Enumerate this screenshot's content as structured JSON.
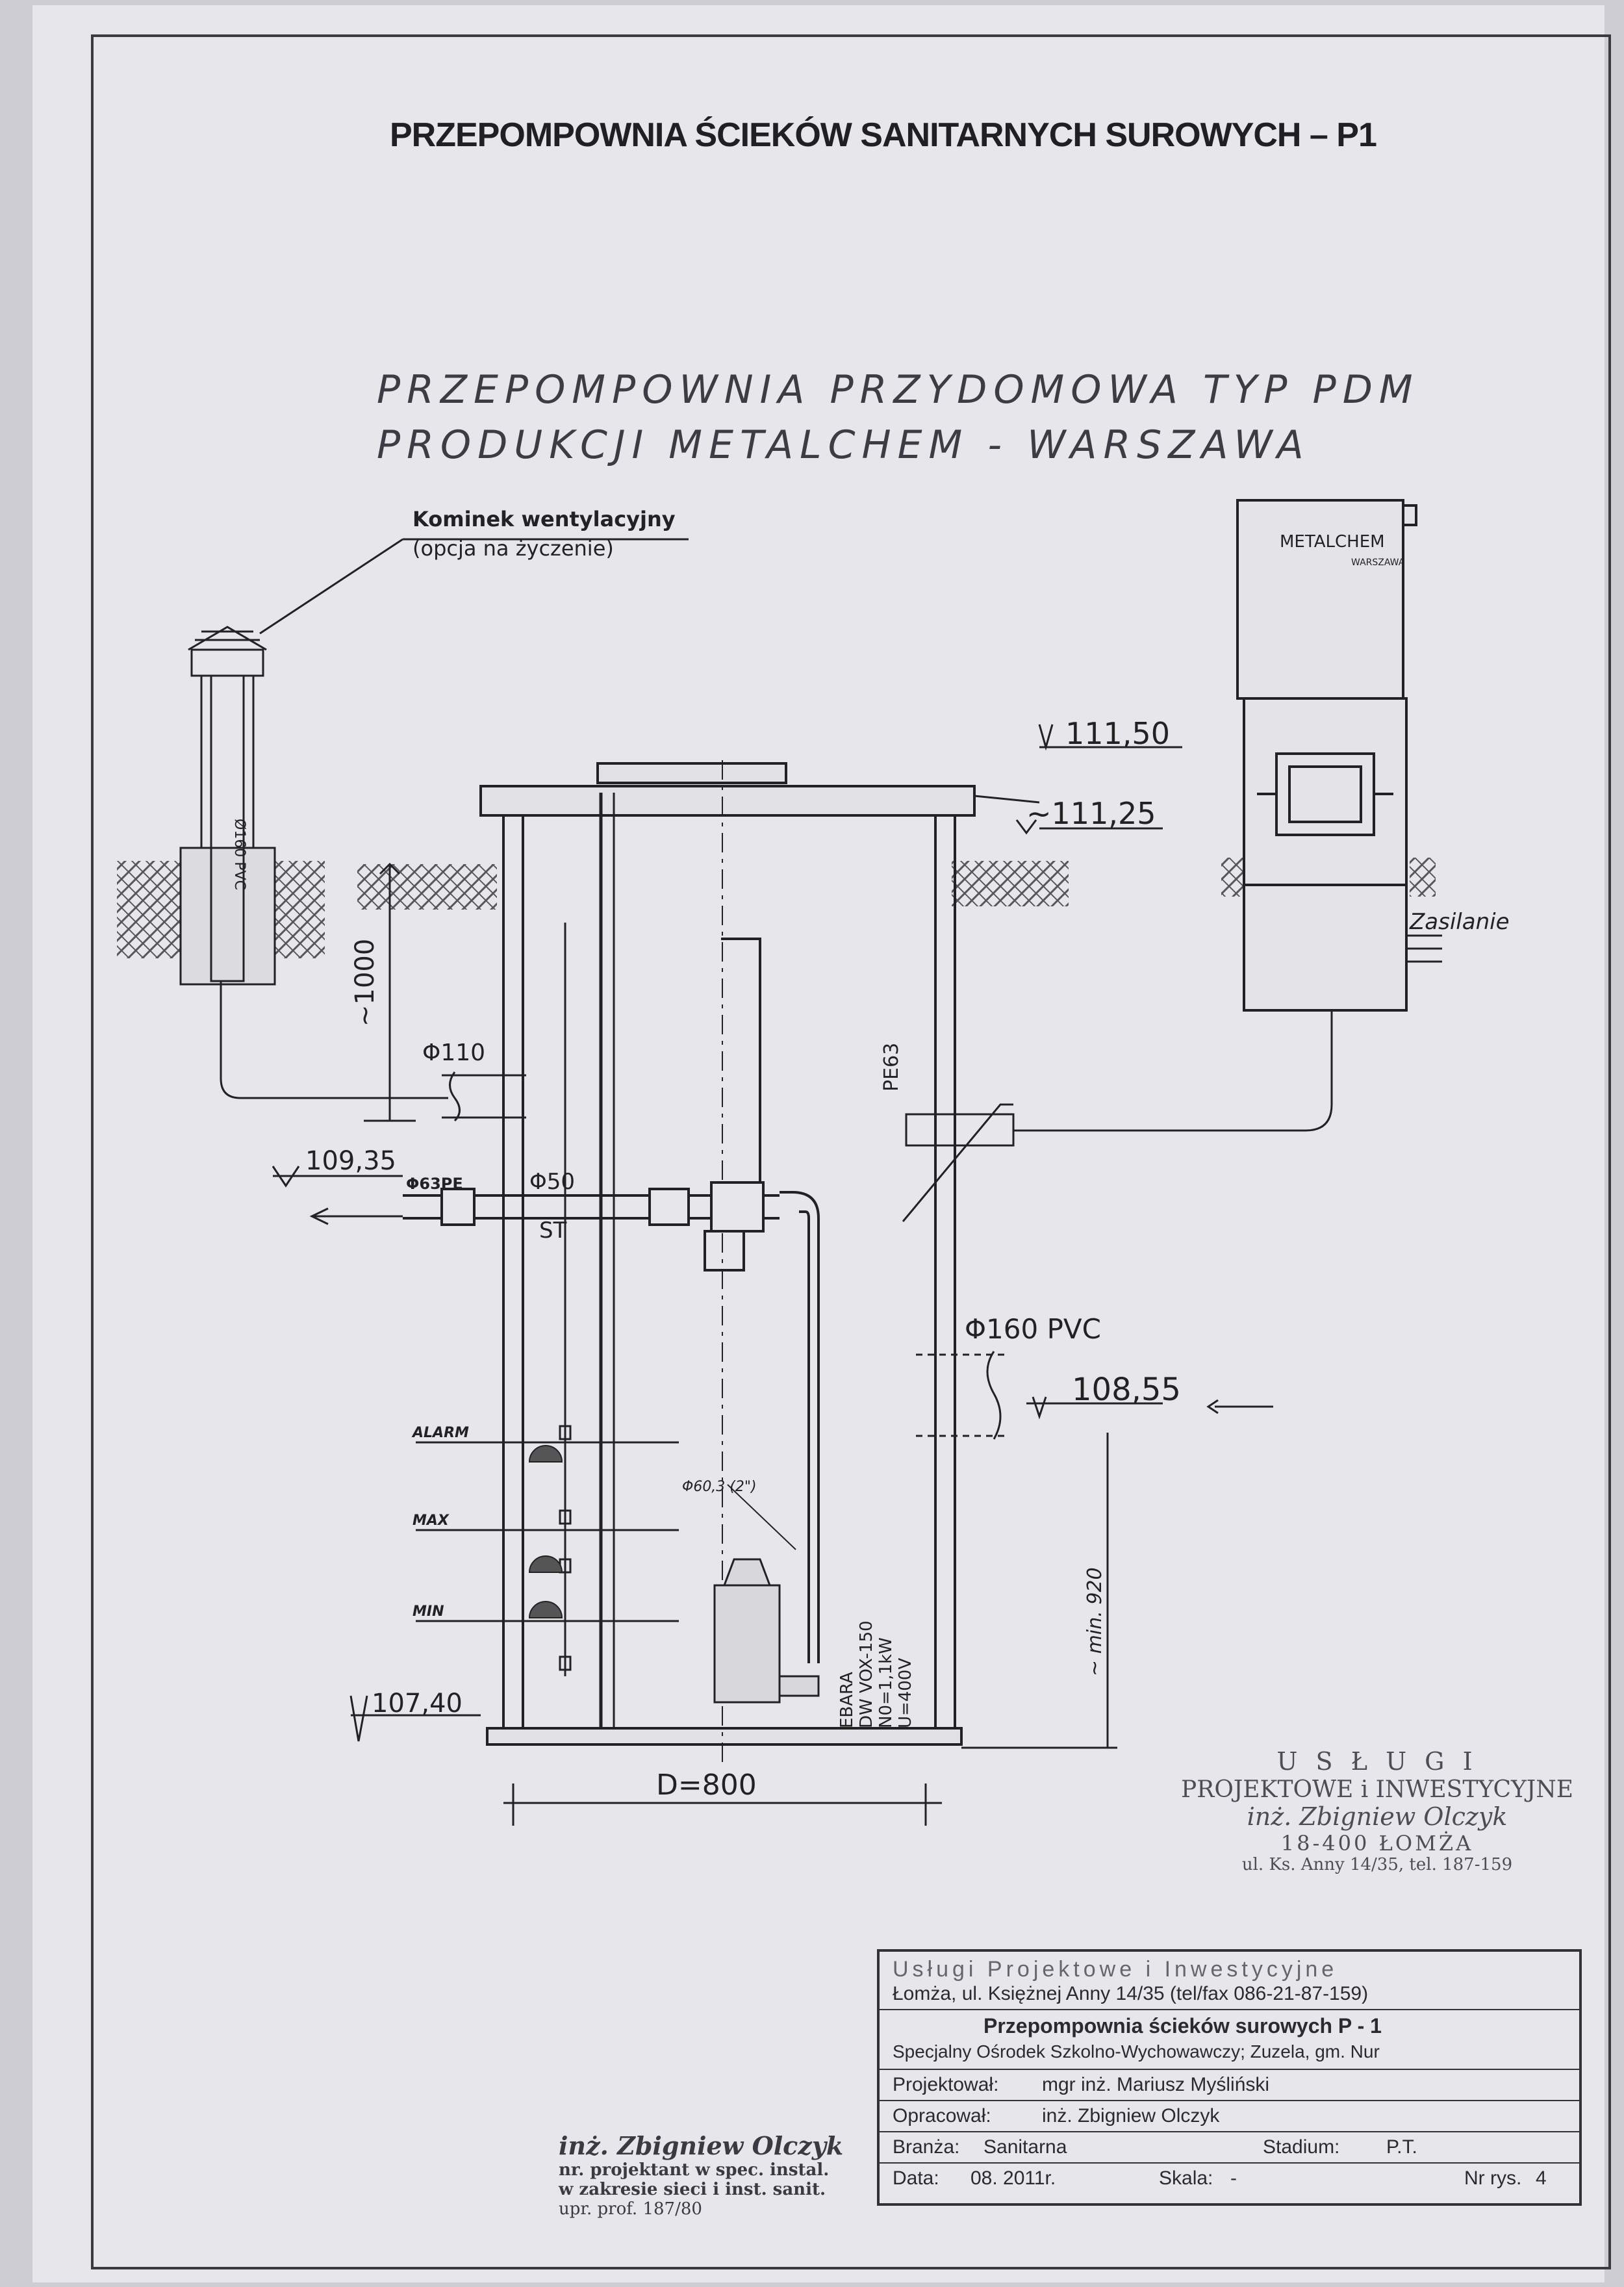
{
  "sheet": {
    "main_title": "PRZEPOMPOWNIA ŚCIEKÓW SANITARNYCH SUROWYCH – P1",
    "subtitle_line1": "PRZEPOMPOWNIA PRZYDOMOWA TYP PDM",
    "subtitle_line2": "PRODUKCJI METALCHEM - WARSZAWA"
  },
  "labels": {
    "vent": "Kominek wentylacyjny",
    "vent_note": "(opcja na życzenie)",
    "vent_pipe": "Ø160 PVC",
    "elev_111_50": "111,50",
    "elev_111_25": "~111,25",
    "depth_1000": "~1000",
    "phi110": "Φ110",
    "pe63": "PE63",
    "elev_109_35": "109,35",
    "pe_63": "Φ63PE",
    "phi50": "Φ50",
    "st": "ST",
    "phi160": "Φ160 PVC",
    "elev_108_55": "108,55",
    "alarm": "ALARM",
    "max": "MAX",
    "min": "MIN",
    "pipe_2": "Φ60,3 (2\")",
    "min920": "~ min. 920",
    "pump_line1": "EBARA",
    "pump_line2": "DW VOX-150",
    "pump_line3": "N0=1,1kW",
    "pump_line4": "U=400V",
    "elev_107_40": "107,40",
    "diameter": "D=800",
    "zasilanie": "Zasilanie",
    "cabinet_brand": "METALCHEM",
    "cabinet_sub": "WARSZAWA"
  },
  "stamp": {
    "line1": "U S Ł U G I",
    "line2": "PROJEKTOWE i INWESTYCYJNE",
    "line3": "inż. Zbigniew Olczyk",
    "line4": "18-400 ŁOMŻA",
    "line5": "ul. Ks. Anny 14/35, tel. 187-159"
  },
  "title_block": {
    "company": "Usługi Projektowe i Inwestycyjne",
    "address": "Łomża, ul. Księżnej Anny 14/35 (tel/fax 086-21-87-159)",
    "project": "Przepompownia ścieków surowych P - 1",
    "client": "Specjalny Ośrodek Szkolno-Wychowawczy; Zuzela, gm. Nur",
    "designer_label": "Projektował:",
    "designer": "mgr inż. Mariusz Myśliński",
    "prepared_label": "Opracował:",
    "prepared": "inż. Zbigniew Olczyk",
    "branch_label": "Branża:",
    "branch": "Sanitarna",
    "stage_label": "Stadium:",
    "stage": "P.T.",
    "date_label": "Data:",
    "date": "08. 2011r.",
    "scale_label": "Skala:",
    "scale": "-",
    "drawing_label": "Nr rys.",
    "drawing_no": "4"
  },
  "signature_stamp": {
    "line1": "inż. Zbigniew Olczyk",
    "line2": "nr. projektant w spec. instal.",
    "line3": "w zakresie sieci i inst. sanit.",
    "line4": "upr. prof. 187/80"
  }
}
